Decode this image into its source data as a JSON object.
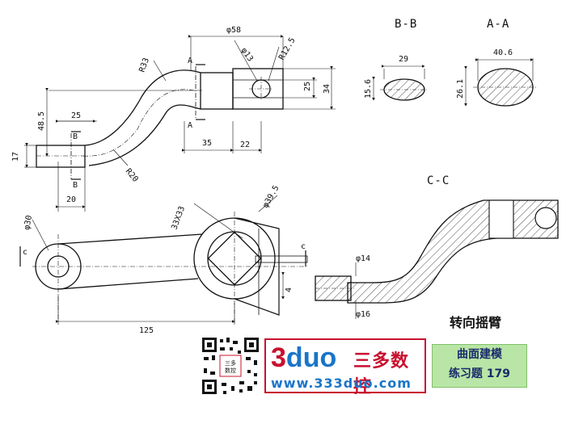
{
  "drawing": {
    "part_title": "转向摇臂",
    "sections": {
      "bb": "B-B",
      "aa": "A-A",
      "cc": "C-C"
    },
    "cut_marks": {
      "a_top": "A",
      "a_bottom": "A",
      "b_top": "B",
      "b_bottom": "B",
      "c_left": "c",
      "c_right": "c"
    },
    "dims": {
      "phi58": "φ58",
      "phi13": "φ13",
      "r12_5": "R12.5",
      "r33": "R33",
      "d25_right": "25",
      "d34": "34",
      "d25_left": "25",
      "d48_5": "48.5",
      "d17": "17",
      "d35": "35",
      "d22": "22",
      "r20": "R20",
      "d20": "20",
      "bb_29": "29",
      "bb_15_6": "15.6",
      "aa_40_6": "40.6",
      "aa_26_1": "26.1",
      "phi30": "φ30",
      "sq33": "33X33",
      "phi39_5": "φ39.5",
      "d4": "4",
      "d125": "125",
      "phi14": "φ14",
      "phi16": "φ16"
    }
  },
  "branding": {
    "logo_3": "3",
    "logo_duo": "duo",
    "logo_cn": "三多数控",
    "logo_url": "www.333duo.com",
    "qr_caption": "三多数控",
    "badge_line1": "曲面建模",
    "badge_line2": "练习题 179",
    "colors": {
      "red": "#c8102e",
      "blue": "#1a75c8",
      "green": "#b9e6a6"
    }
  }
}
